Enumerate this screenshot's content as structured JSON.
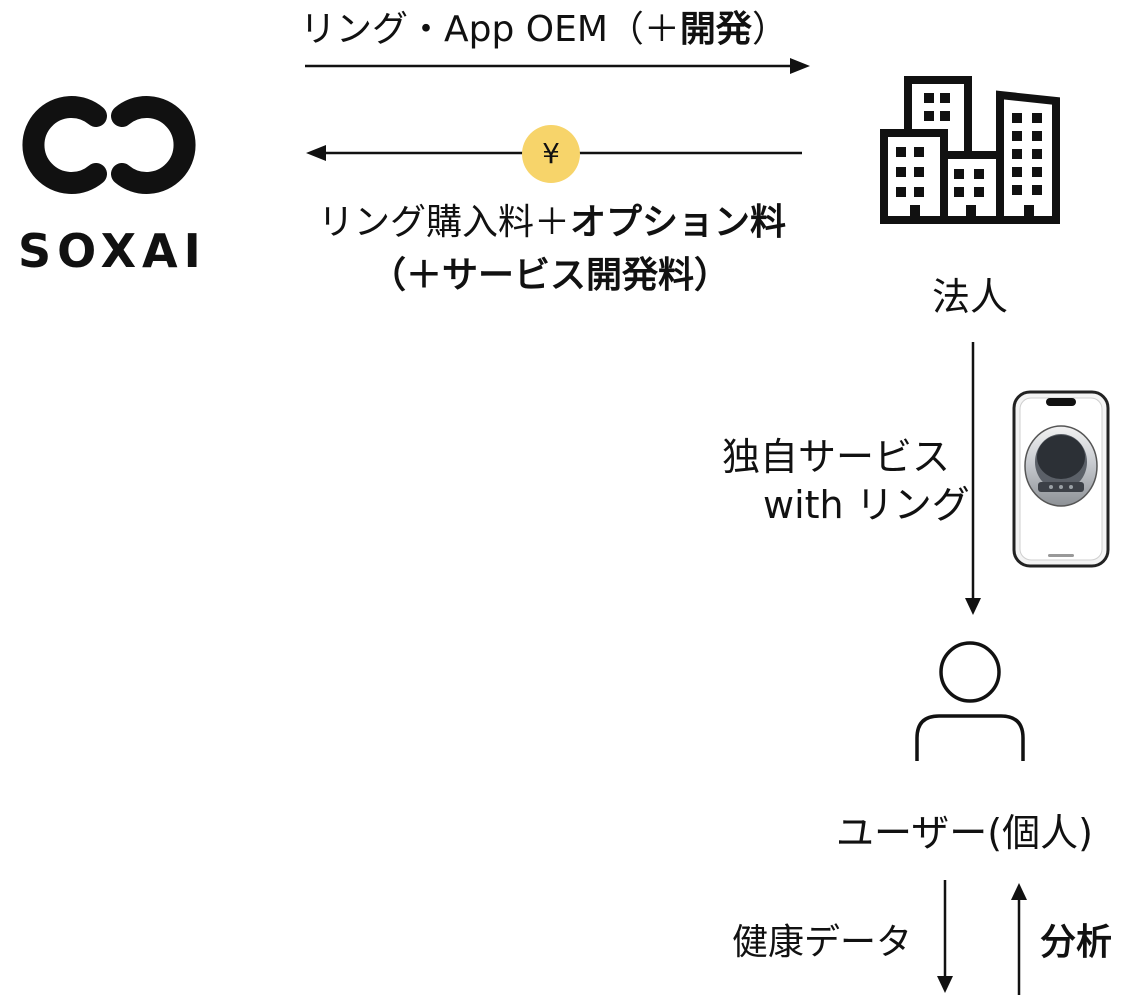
{
  "logo": {
    "wordmark": "SOXAI"
  },
  "top_arrow": {
    "label_prefix": "リング・App OEM（＋",
    "label_bold": "開発",
    "label_suffix": "）"
  },
  "payment_arrow": {
    "badge": "¥",
    "line1_normal": "リング購入料＋",
    "line1_bold": "オプション料",
    "line2_bold": "（＋サービス開発料）"
  },
  "corporate": {
    "label": "法人"
  },
  "service_arrow": {
    "line1": "独自サービス",
    "line2": "with リング"
  },
  "user": {
    "label": "ユーザー(個人)"
  },
  "data_flow": {
    "down_label": "健康データ",
    "up_label": "分析"
  },
  "colors": {
    "ink": "#111111",
    "yen_badge": "#F7D46A"
  }
}
